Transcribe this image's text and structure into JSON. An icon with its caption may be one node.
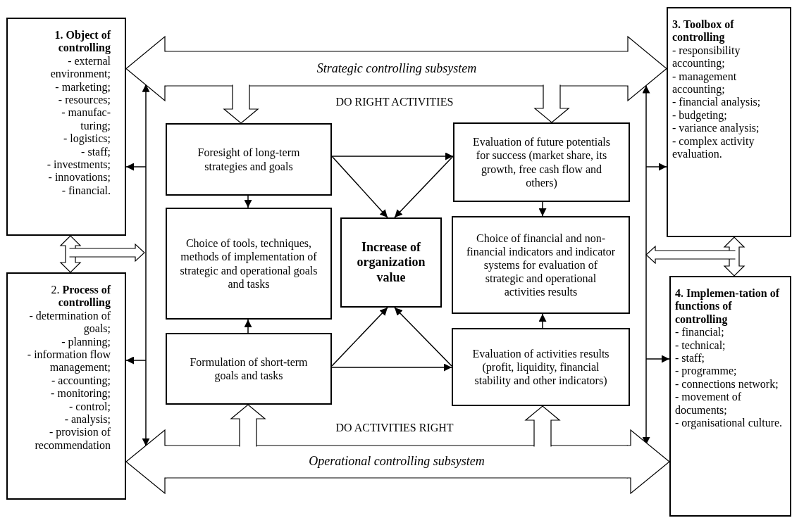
{
  "diagram": {
    "nodes": [
      {
        "text": [
          "1. Object of controlling",
          "- external environment;",
          "- marketing;",
          "- resources;",
          "- manufac-turing;",
          "- logistics;",
          "- staff;",
          "- investments;",
          "- innovations;",
          "- financial."
        ]
      },
      {
        "text": [
          "2. **Process of controlling**",
          "- determination of goals;",
          "- planning;",
          "- information flow management;",
          "- accounting;",
          "- monitoring;",
          "- control;",
          "- analysis;",
          "- provision of recommendation"
        ]
      },
      {
        "text": [
          "3. Toolbox of controlling",
          "- responsibility accounting;",
          "- management accounting;",
          "- financial analysis;",
          "- budgeting;",
          "- variance analysis;",
          "- complex activity evaluation."
        ]
      },
      {
        "text": [
          "4. Implemen-tation of functions of controlling",
          "- financial;",
          "- technical;",
          "- staff;",
          "- programme;",
          "- connections network;",
          "- movement of documents;",
          "- organisational culture."
        ]
      },
      {
        "text": [
          "Strategic controlling subsystem"
        ]
      },
      {
        "text": [
          "Operational controlling subsystem"
        ]
      },
      {
        "text": [
          "Foresight of long-term strategies and goals"
        ]
      },
      {
        "text": [
          "Evaluation of future potentials for success (market share, its growth, free cash flow and others)"
        ]
      },
      {
        "text": [
          "Choice of tools, techniques, methods of implementation of strategic and operational goals and tasks"
        ]
      },
      {
        "text": [
          "Increase of organization value"
        ]
      },
      {
        "text": [
          "Choice of financial and non-financial indicators and indicator systems for evaluation of strategic and operational activities results"
        ]
      },
      {
        "text": [
          "Formulation of short-term goals and tasks"
        ]
      },
      {
        "text": [
          "Evaluation of activities results (profit, liquidity, financial stability and other indicators)"
        ]
      }
    ],
    "edges": [
      {
        "from": 4,
        "to": 6,
        "arrow": "to",
        "style": "thick"
      },
      {
        "from": 4,
        "to": 7,
        "arrow": "to",
        "style": "thick"
      },
      {
        "from": 6,
        "to": 7,
        "arrow": "to"
      },
      {
        "from": 6,
        "to": 9,
        "arrow": "to"
      },
      {
        "from": 7,
        "to": 9,
        "arrow": "to"
      },
      {
        "from": 6,
        "to": 8,
        "arrow": "to"
      },
      {
        "from": 7,
        "to": 10,
        "arrow": "to"
      },
      {
        "from": 11,
        "to": 8,
        "arrow": "to"
      },
      {
        "from": 11,
        "to": 9,
        "arrow": "to"
      },
      {
        "from": 12,
        "to": 9,
        "arrow": "to"
      },
      {
        "from": 11,
        "to": 12,
        "arrow": "to"
      },
      {
        "from": 12,
        "to": 10,
        "arrow": "to"
      },
      {
        "from": 5,
        "to": 11,
        "arrow": "to",
        "style": "thick"
      },
      {
        "from": 5,
        "to": 12,
        "arrow": "to",
        "style": "thick"
      },
      {
        "from": 5,
        "to": 4,
        "arrow": "both"
      },
      {
        "from": null,
        "to": 0,
        "arrow": "to"
      },
      {
        "from": null,
        "to": 1,
        "arrow": "to"
      },
      {
        "from": 5,
        "to": 4,
        "arrow": "both"
      },
      {
        "from": null,
        "to": 2,
        "arrow": "to"
      },
      {
        "from": null,
        "to": 3,
        "arrow": "to"
      },
      {
        "from": 0,
        "to": 1,
        "arrow": "both",
        "style": "thick"
      },
      {
        "from": 1,
        "to": null,
        "arrow": "to",
        "style": "thick"
      },
      {
        "from": 2,
        "to": 3,
        "arrow": "both",
        "style": "thick"
      },
      {
        "from": 3,
        "to": null,
        "arrow": "to",
        "style": "thick"
      },
      {
        "from": 4,
        "to": 0,
        "arrow": "to",
        "style": "thick"
      },
      {
        "from": 4,
        "to": 2,
        "arrow": "to",
        "style": "thick"
      },
      {
        "from": 5,
        "to": 1,
        "arrow": "to",
        "style": "thick"
      },
      {
        "from": 5,
        "to": 3,
        "arrow": "to",
        "style": "thick"
      }
    ],
    "labels": [
      "DO RIGHT ACTIVITIES",
      "DO ACTIVITIES RIGHT"
    ]
  }
}
